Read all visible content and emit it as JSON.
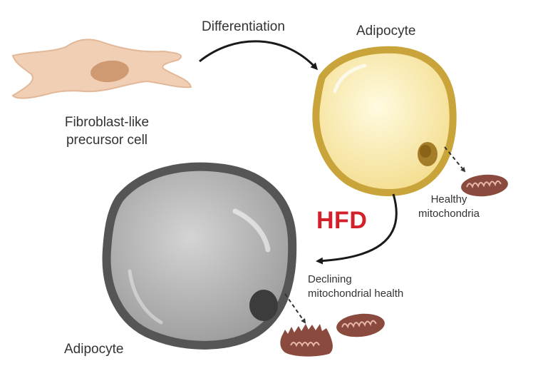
{
  "labels": {
    "differentiation": "Differentiation",
    "adipocyte_top": "Adipocyte",
    "precursor_line1": "Fibroblast-like",
    "precursor_line2": "precursor cell",
    "healthy_line1": "Healthy",
    "healthy_line2": "mitochondria",
    "hfd": "HFD",
    "declining_line1": "Declining",
    "declining_line2": "mitochondrial health",
    "adipocyte_bottom": "Adipocyte"
  },
  "colors": {
    "hfd": "#d3212b",
    "fibroblast_fill": "#f0cfb4",
    "healthy_adipocyte_fill": "#f7e6a5",
    "healthy_adipocyte_border": "#c8a43a",
    "diseased_adipocyte_fill": "#b8b8b8",
    "diseased_adipocyte_border": "#555555",
    "mitochondria": "#8a4a3e",
    "arrow": "#1a1a1a"
  }
}
